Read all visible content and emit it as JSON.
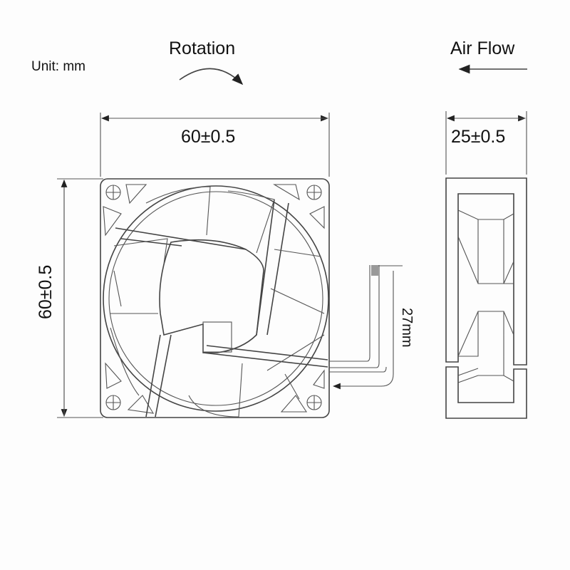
{
  "unit_label": "Unit: mm",
  "rotation_label": "Rotation",
  "airflow_label": "Air Flow",
  "front_view": {
    "width_dim": "60±0.5",
    "height_dim": "60±0.5",
    "cable_dim": "27mm"
  },
  "side_view": {
    "depth_dim": "25±0.5"
  }
}
